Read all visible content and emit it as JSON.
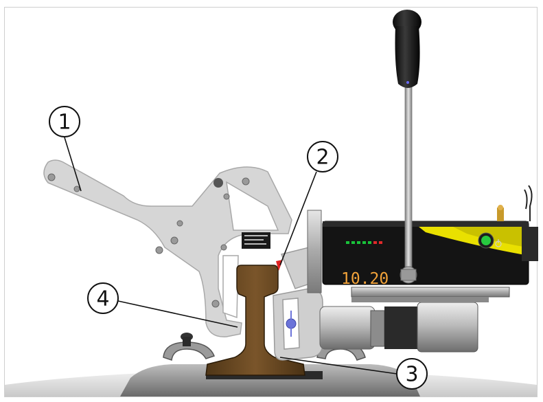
{
  "device": {
    "display_value": "10.20",
    "led_colors": [
      "#19c23a",
      "#19c23a",
      "#19c23a",
      "#19c23a",
      "#19c23a",
      "#e02a2a",
      "#e02a2a"
    ],
    "power_button_color": "#27c93f",
    "housing_accent_color": "#e9e000",
    "rail_color": "#6b4a22"
  },
  "callouts": [
    {
      "label": "1"
    },
    {
      "label": "2"
    },
    {
      "label": "3"
    },
    {
      "label": "4"
    }
  ]
}
